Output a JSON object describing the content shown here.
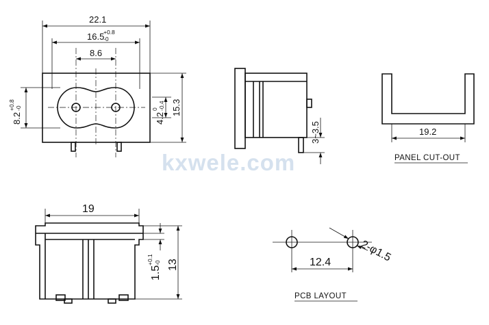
{
  "watermark": "kxwele.com",
  "front_view": {
    "width_overall": "22.1",
    "pin_spacing_main": "16.5",
    "pin_spacing_main_tol_plus": "+0.8",
    "pin_spacing_main_tol_minus": "-0",
    "inner_spacing": "8.6",
    "left_height": "8.2",
    "left_height_tol_plus": "+0.8",
    "left_height_tol_minus": "-0",
    "socket_height": "4.2",
    "socket_height_tol_plus": "0",
    "socket_height_tol_minus": "-0.4",
    "body_height": "15.3"
  },
  "side_view": {
    "pin_length": "3~3.5"
  },
  "panel_cutout": {
    "width": "19.2",
    "label": "PANEL CUT-OUT"
  },
  "bottom_view": {
    "width": "19",
    "flange_thickness": "1.5",
    "flange_tol_plus": "+0.1",
    "flange_tol_minus": "-0",
    "height": "13"
  },
  "pcb_layout": {
    "hole_spacing": "12.4",
    "hole_spec": "2-φ1.5",
    "label": "PCB LAYOUT"
  }
}
